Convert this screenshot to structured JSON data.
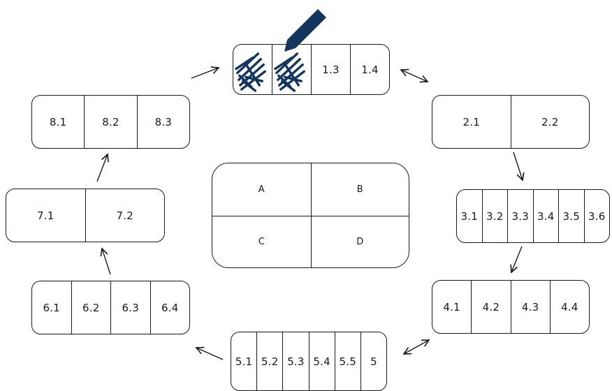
{
  "center": {
    "a": "A",
    "b": "B",
    "c": "C",
    "d": "D"
  },
  "group1": {
    "cells": [
      "1.3",
      "1.4"
    ]
  },
  "group2": {
    "cells": [
      "2.1",
      "2.2"
    ]
  },
  "group3": {
    "cells": [
      "3.1",
      "3.2",
      "3.3",
      "3.4",
      "3.5",
      "3.6"
    ]
  },
  "group4": {
    "cells": [
      "4.1",
      "4.2",
      "4.3",
      "4.4"
    ]
  },
  "group5": {
    "cells": [
      "5.1",
      "5.2",
      "5.3",
      "5.4",
      "5.5",
      "5"
    ]
  },
  "group6": {
    "cells": [
      "6.1",
      "6.2",
      "6.3",
      "6.4"
    ]
  },
  "group7": {
    "cells": [
      "7.1",
      "7.2"
    ]
  },
  "group8": {
    "cells": [
      "8.1",
      "8.2",
      "8.3"
    ]
  },
  "icons": {
    "pencil": "pencil-icon",
    "scribble": "scribble-mark"
  },
  "colors": {
    "stroke": "#1a1a1a",
    "ink": "#14365e"
  }
}
